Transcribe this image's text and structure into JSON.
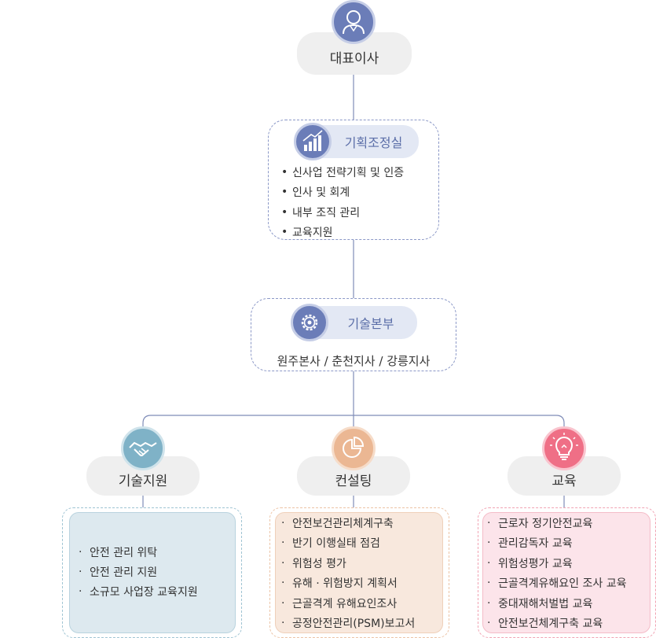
{
  "ceo": {
    "label": "대표이사",
    "icon": "person-icon"
  },
  "planning": {
    "label": "기획조정실",
    "icon": "growth-chart-icon",
    "items": [
      "신사업 전략기획 및 인증",
      "인사 및 회계",
      "내부 조직 관리",
      "교육지원"
    ]
  },
  "tech_hq": {
    "label": "기술본부",
    "icon": "gear-icon",
    "branches": "원주본사 / 춘천지사 / 강릉지사"
  },
  "departments": [
    {
      "label": "기술지원",
      "icon": "handshake-icon",
      "color": "#7fb2c7",
      "items": [
        "안전 관리 위탁",
        "안전 관리 지원",
        "소규모 사업장 교육지원"
      ]
    },
    {
      "label": "컨설팅",
      "icon": "pie-chart-icon",
      "color": "#ebb793",
      "items": [
        "안전보건관리체계구축",
        "반기 이행실태 점검",
        "위험성 평가",
        "유해 · 위험방지 계획서",
        "근골격계 유해요인조사",
        "공정안전관리(PSM)보고서"
      ]
    },
    {
      "label": "교육",
      "icon": "lightbulb-icon",
      "color": "#ef6f86",
      "items": [
        "근로자 정기안전교육",
        "관리감독자 교육",
        "위험성평가 교육",
        "근골격계유해요인 조사 교육",
        "중대재해처벌법 교육",
        "안전보건체계구축 교육"
      ]
    }
  ],
  "colors": {
    "accent": "#6b7db8",
    "line": "#7f8cb8",
    "pill": "#efefef"
  }
}
